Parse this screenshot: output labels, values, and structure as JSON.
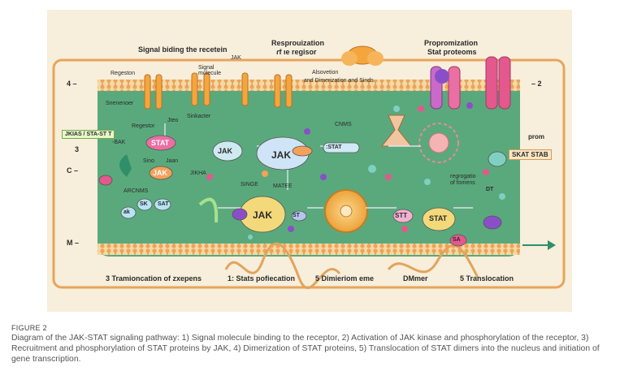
{
  "diagram": {
    "top_labels": {
      "signal_binding": "Signal biding the recetein",
      "respro_line1": "Resprouization",
      "respro_line2": "ɾf ıe regisor",
      "propro_line1": "Propromization",
      "propro_line2": "Stat proteoms"
    },
    "side_markers": {
      "left_4": "4 –",
      "left_3": "3",
      "left_c": "C –",
      "left_m": "M –",
      "right_2": "– 2"
    },
    "small_labels": {
      "regestion": "Regeston",
      "sensor": "Snenenoer",
      "signal_molecule": "Signal molecule",
      "jak_small": "JAK",
      "alsovetion": "Alsovetion",
      "dimerization_small": "and Dimerization and Sinds",
      "registor": "Regestor",
      "sinkacter": "Sinkacter",
      "jteo": "Jteo",
      "jak_sta_box": "JKIAS / STA-ST T",
      "bak": "-BAK",
      "sino": "Sino",
      "jaan": "Jaan",
      "jikha": "JIKHA",
      "arcnms": "ARCNMS",
      "cnms": "CNMS",
      "singe": "SINGE",
      "matee": "MATEE",
      "prom": "prom",
      "skat_stab": "SKAT STAB",
      "regrogatio_l1": "regrogatio",
      "regrogatio_l2": "of fomens"
    },
    "proteins": {
      "stat": "STAT",
      "jak": "JAK",
      "sk": "SK",
      "stt": "STT",
      "st": "ST",
      "dt": "DT",
      "sa": "SA",
      "jak_lower_a": "ak",
      "sat": "SAT",
      "lrat": ":STAT"
    },
    "bottom_labels": {
      "l1": "3 Tramioncation of zxepens",
      "l2": "1: Stats pofiecation",
      "l3": "5 Dimieriom eme",
      "l4": "DMmer",
      "l5": "5 Translocation"
    }
  },
  "caption": {
    "title": "FIGURE 2",
    "text": "Diagram of the JAK-STAT signaling pathway: 1) Signal molecule binding to the receptor, 2) Activation of JAK kinase and phosphorylation of the receptor, 3) Recruitment and phosphorylation of STAT proteins by JAK, 4) Dimerization of STAT proteins, 5) Translocation of STAT dimers into the nucleus and initiation of gene transcription."
  },
  "colors": {
    "background": "#f7eedb",
    "cell": "#5aa97c",
    "membrane": "#f0b46a",
    "receptor": "#f4a63c",
    "stat_pink": "#ea6fa3",
    "jak_orange": "#f4a15a",
    "jak_yellow": "#f3d97a",
    "purple": "#8a4fc7",
    "teal": "#7fd0c2"
  }
}
